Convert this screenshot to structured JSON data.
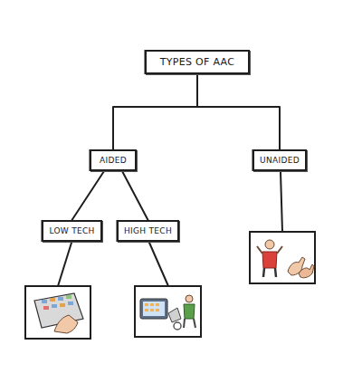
{
  "diagram": {
    "nodes": [
      {
        "text": [
          "TYPES OF AAC"
        ]
      },
      {
        "text": [
          "AIDED"
        ]
      },
      {
        "text": [
          "UNAIDED"
        ]
      },
      {
        "text": [
          "LOW TECH"
        ]
      },
      {
        "text": [
          "HIGH TECH"
        ]
      }
    ],
    "edges": [
      {
        "from": 0,
        "to": 1,
        "arrow": "none"
      },
      {
        "from": 0,
        "to": 2,
        "arrow": "none"
      },
      {
        "from": 1,
        "to": 3,
        "arrow": "none"
      },
      {
        "from": 1,
        "to": 4,
        "arrow": "none"
      }
    ]
  }
}
